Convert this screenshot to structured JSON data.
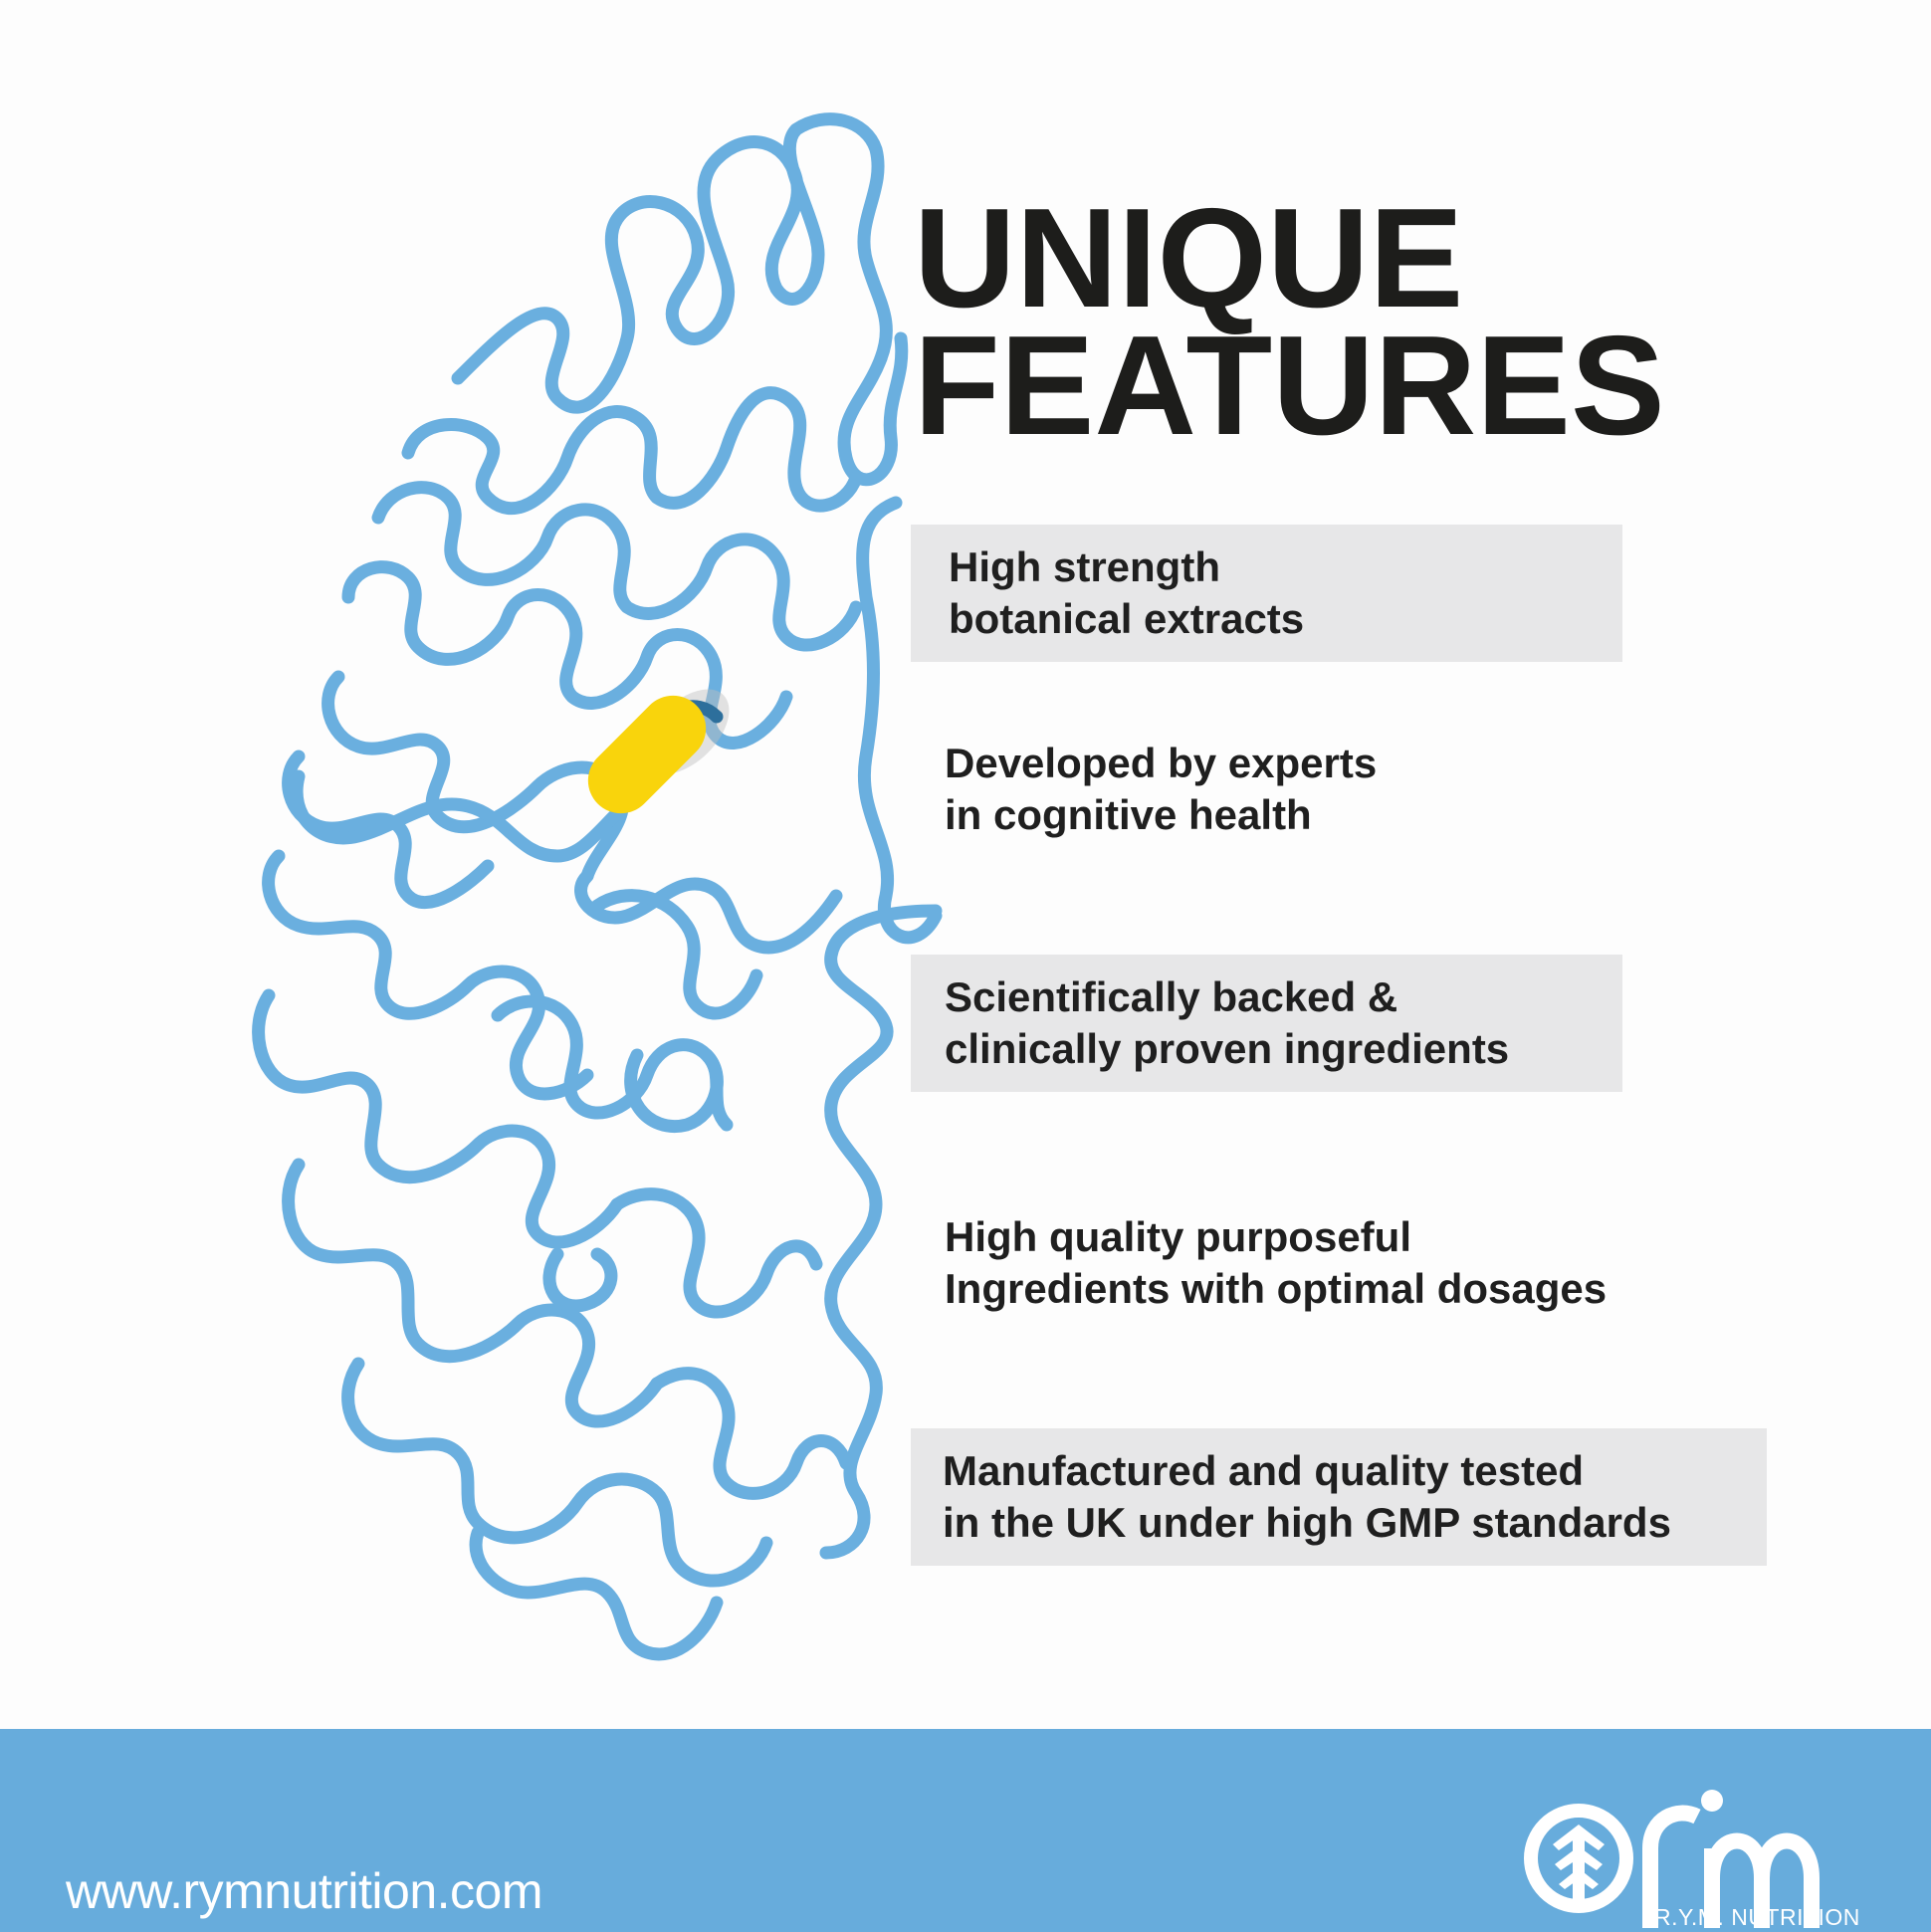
{
  "title": {
    "line1": "UNIQUE",
    "line2": "FEATURES"
  },
  "features": [
    {
      "line1": "High strength",
      "line2": "botanical extracts"
    },
    {
      "line1": "Developed by experts",
      "line2": "in cognitive health"
    },
    {
      "line1": "Scientifically backed &",
      "line2": "clinically proven ingredients"
    },
    {
      "line1": "High quality purposeful",
      "line2": "Ingredients with optimal dosages"
    },
    {
      "line1": "Manufactured and quality tested",
      "line2": "in the UK under high GMP standards"
    }
  ],
  "footer": {
    "url": "www.rymnutrition.com",
    "brand_name": "R.Y.M. NUTRITION",
    "logo_text": "rym"
  },
  "colors": {
    "brain_line": "#6aafdf",
    "capsule": "#f9d40c",
    "footer_bg": "#67acdc",
    "box_bg": "#e7e7e8",
    "text": "#1d1d1b"
  },
  "icons": [
    "brain-maze-icon",
    "capsule-icon",
    "tree-emblem-icon",
    "rym-logo-icon"
  ]
}
